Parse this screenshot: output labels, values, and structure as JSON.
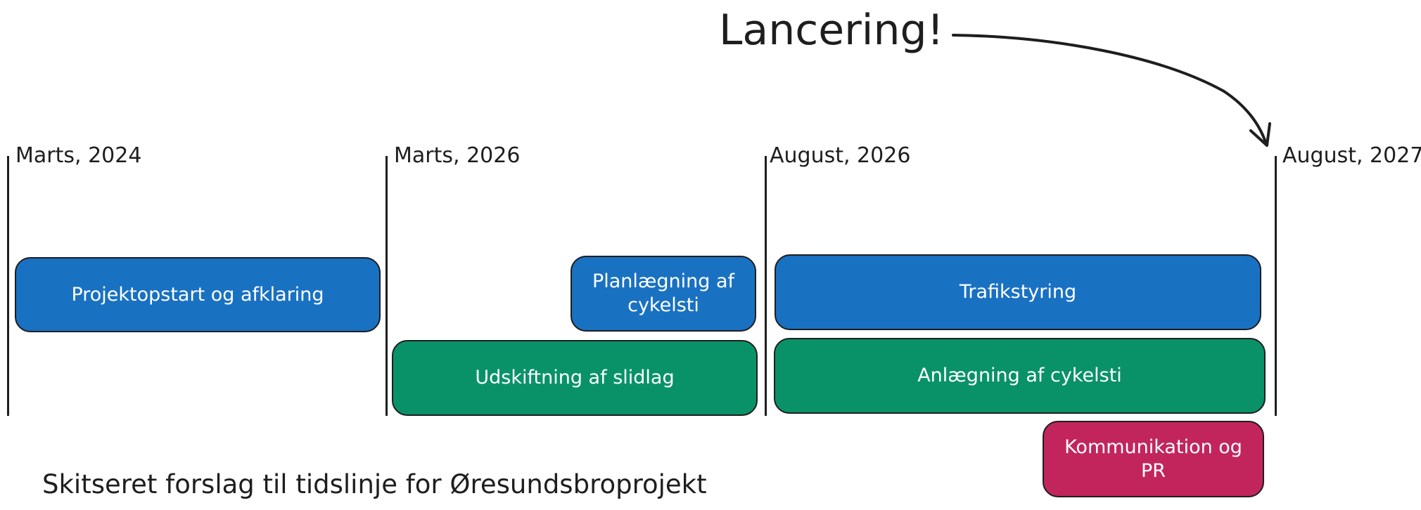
{
  "diagram": {
    "title": "Lancering!",
    "caption": "Skitseret forslag til tidslinje for Øresundsbroprojekt",
    "milestones": [
      "Marts, 2024",
      "Marts, 2026",
      "August, 2026",
      "August, 2027"
    ],
    "tasks": [
      {
        "label": "Projektopstart og afklaring",
        "color": "#1971c2"
      },
      {
        "label": "Planlægning af cykelsti",
        "color": "#1971c2"
      },
      {
        "label": "Udskiftning af slidlag",
        "color": "#099268"
      },
      {
        "label": "Trafikstyring",
        "color": "#1971c2"
      },
      {
        "label": "Anlægning af cykelsti",
        "color": "#099268"
      },
      {
        "label": "Kommunikation og PR",
        "color": "#c2255c"
      }
    ]
  }
}
